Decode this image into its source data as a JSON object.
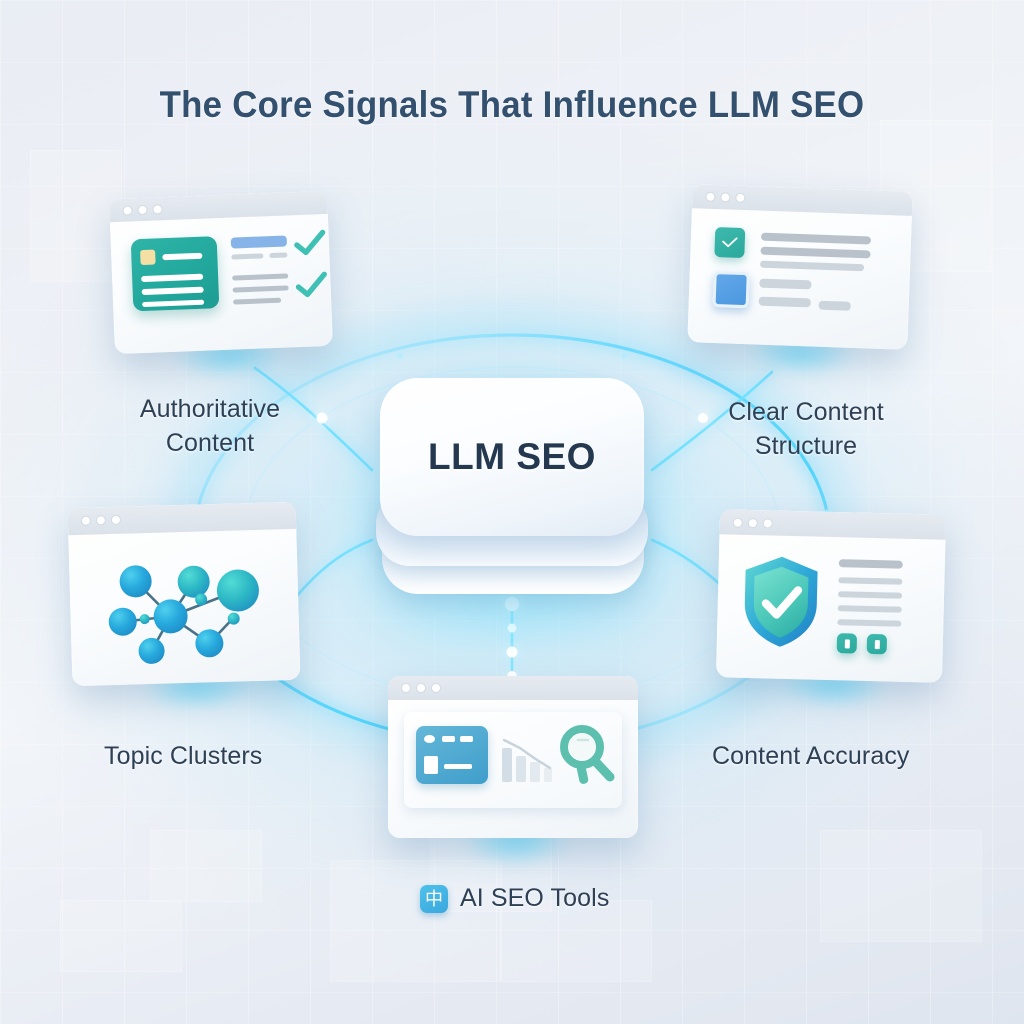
{
  "title": "The Core Signals That Influence LLM SEO",
  "center": {
    "label": "LLM SEO"
  },
  "colors": {
    "title": "#33506e",
    "label": "#2e4055",
    "teal": "#2aa99d",
    "glow_cyan": "#6ee1ff",
    "accent_blue": "#4b97e0",
    "background": "#eef1f6"
  },
  "nodes": [
    {
      "id": "authoritative-content",
      "label_line1": "Authoritative",
      "label_line2": "Content",
      "icon": "document-window-with-checks-icon"
    },
    {
      "id": "clear-content-structure",
      "label_line1": "Clear Content",
      "label_line2": "Structure",
      "icon": "structured-layout-window-icon"
    },
    {
      "id": "topic-clusters",
      "label_line1": "Topic Clusters",
      "label_line2": "",
      "icon": "network-graph-window-icon"
    },
    {
      "id": "content-accuracy",
      "label_line1": "Content Accuracy",
      "label_line2": "",
      "icon": "shield-check-window-icon"
    },
    {
      "id": "ai-seo-tools",
      "label_line1": "AI SEO Tools",
      "label_line2": "",
      "icon": "analytics-search-window-icon",
      "badge_glyph": "中"
    }
  ]
}
